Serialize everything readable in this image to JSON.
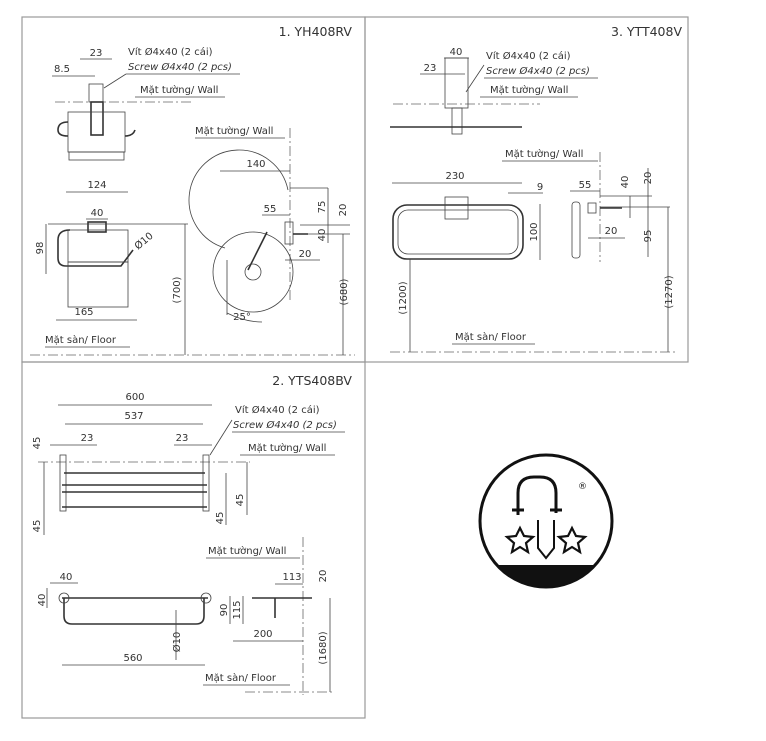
{
  "panels": {
    "yh408rv": {
      "title": "1. YH408RV",
      "screw_vi": "Vít Ø4x40 (2 cái)",
      "screw_en": "Screw Ø4x40 (2 pcs)",
      "wall": "Mặt tường/ Wall",
      "floor": "Mặt sàn/ Floor",
      "dims": {
        "d23": "23",
        "d8_5": "8.5",
        "d124": "124",
        "d40": "40",
        "d98": "98",
        "d10": "Ø10",
        "d165": "165",
        "d700": "(700)",
        "d140": "140",
        "d55": "55",
        "d75": "75",
        "d20a": "20",
        "d40b": "40",
        "d20b": "20",
        "d680": "(680)",
        "d25": "25°"
      }
    },
    "ytt408v": {
      "title": "3. YTT408V",
      "screw_vi": "Vít Ø4x40 (2 cái)",
      "screw_en": "Screw Ø4x40 (2 pcs)",
      "wall": "Mặt tường/ Wall",
      "floor": "Mặt sàn/ Floor",
      "dims": {
        "d40": "40",
        "d23": "23",
        "d230": "230",
        "d9": "9",
        "d100": "100",
        "d55": "55",
        "d40b": "40",
        "d20a": "20",
        "d20b": "20",
        "d95": "95",
        "d1200": "(1200)",
        "d1270": "(1270)"
      }
    },
    "yts408bv": {
      "title": "2. YTS408BV",
      "screw_vi": "Vít Ø4x40 (2 cái)",
      "screw_en": "Screw Ø4x40 (2 pcs)",
      "wall": "Mặt tường/ Wall",
      "floor": "Mặt sàn/ Floor",
      "dims": {
        "d600": "600",
        "d537": "537",
        "d23a": "23",
        "d23b": "23",
        "d45a": "45",
        "d45b": "45",
        "d45c": "45",
        "d45d": "45",
        "d40a": "40",
        "d40b": "40",
        "d90": "90",
        "d115": "115",
        "d10": "Ø10",
        "d560": "560",
        "d113": "113",
        "d20": "20",
        "d200": "200",
        "d1680": "(1680)"
      }
    }
  },
  "logo": {
    "mark": "®",
    "icon": "faucet-logo-icon"
  }
}
